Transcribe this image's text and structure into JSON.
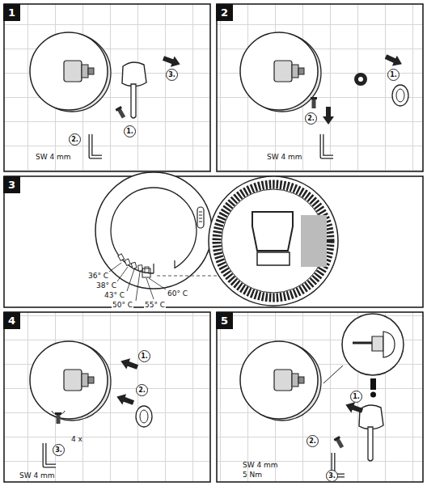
{
  "diagram": {
    "nodes": [
      {
        "text": [
          "1"
        ]
      },
      {
        "text": [
          "3."
        ]
      },
      {
        "text": [
          "1."
        ]
      },
      {
        "text": [
          "2."
        ]
      },
      {
        "text": [
          "2"
        ]
      },
      {
        "text": [
          "1."
        ]
      },
      {
        "text": [
          "2."
        ]
      },
      {
        "text": [
          "3"
        ]
      },
      {
        "text": [
          "4"
        ]
      },
      {
        "text": [
          "1."
        ]
      },
      {
        "text": [
          "2."
        ]
      },
      {
        "text": [
          "3."
        ]
      },
      {
        "text": [
          "5"
        ]
      },
      {
        "text": [
          "1."
        ]
      },
      {
        "text": [
          "2."
        ]
      },
      {
        "text": [
          "3."
        ]
      }
    ],
    "labels": [
      "SW 4 mm",
      "SW 4 mm",
      "36° C",
      "38° C",
      "43° C",
      "50° C",
      "55° C",
      "60° C",
      "4 x",
      "SW 4 mm",
      "SW 4 mm",
      "5 Nm"
    ]
  }
}
